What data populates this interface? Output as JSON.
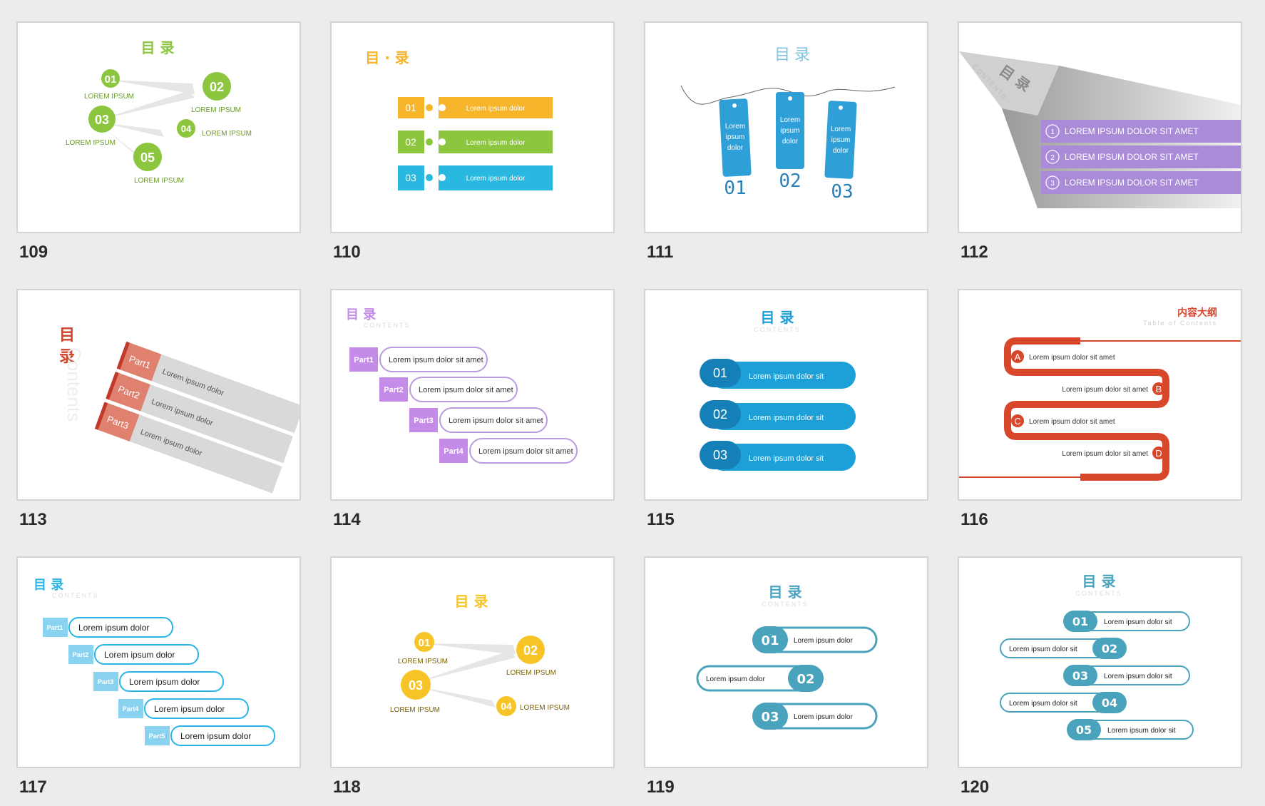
{
  "slides": [
    {
      "number": "109",
      "title": "目 录",
      "labels": [
        "01",
        "02",
        "03",
        "04",
        "05"
      ],
      "caption": "LOREM IPSUM",
      "color": "#8cc63f"
    },
    {
      "number": "110",
      "title": "目 · 录",
      "labels": [
        "01",
        "02",
        "03"
      ],
      "text": "Lorem ipsum dolor",
      "colors": [
        "#f7b52c",
        "#8cc63f",
        "#29b8e0"
      ]
    },
    {
      "number": "111",
      "title": "目 录",
      "labels": [
        "01",
        "02",
        "03"
      ],
      "text_lines": [
        "Lorem",
        "ipsum",
        "dolor"
      ],
      "color": "#2f9fd8"
    },
    {
      "number": "112",
      "title": "目 录",
      "subtitle": "CONTENTS",
      "items": [
        "LOREM IPSUM DOLOR SIT AMET",
        "LOREM IPSUM DOLOR SIT AMET",
        "LOREM IPSUM DOLOR SIT AMET"
      ],
      "item_nums": [
        "1",
        "2",
        "3"
      ],
      "color": "#a98bd8"
    },
    {
      "number": "113",
      "title_lines": [
        "目",
        "录"
      ],
      "watermark": "Contents",
      "parts": [
        "Part1",
        "Part2",
        "Part3"
      ],
      "text": "Lorem ipsum dolor",
      "color": "#e0806f"
    },
    {
      "number": "114",
      "title": "目 录",
      "subtitle": "CONTENTS",
      "parts": [
        "Part1",
        "Part2",
        "Part3",
        "Part4"
      ],
      "text": "Lorem ipsum dolor sit amet",
      "color": "#c58be8"
    },
    {
      "number": "115",
      "title": "目 录",
      "subtitle": "CONTENTS",
      "labels": [
        "01",
        "02",
        "03"
      ],
      "text": "Lorem ipsum dolor sit",
      "color": "#1d9fd8"
    },
    {
      "number": "116",
      "title": "内容大纲",
      "subtitle": "Table of Contents",
      "letters": [
        "A",
        "B",
        "C",
        "D"
      ],
      "text": "Lorem ipsum dolor sit amet",
      "color": "#d9472b"
    },
    {
      "number": "117",
      "title": "目 录",
      "subtitle": "CONTENTS",
      "parts": [
        "Part1",
        "Part2",
        "Part3",
        "Part4",
        "Part5"
      ],
      "text": "Lorem ipsum dolor",
      "color": "#29b5e8"
    },
    {
      "number": "118",
      "title": "目 录",
      "labels": [
        "01",
        "02",
        "03",
        "04"
      ],
      "caption": "LOREM IPSUM",
      "color": "#f7c428"
    },
    {
      "number": "119",
      "title": "目 录",
      "subtitle": "CONTENTS",
      "labels": [
        "01",
        "02",
        "03"
      ],
      "text": "Lorem ipsum dolor",
      "color": "#4aa3bd"
    },
    {
      "number": "120",
      "title": "目 录",
      "subtitle": "CONTENTS",
      "labels": [
        "01",
        "02",
        "03",
        "04",
        "05"
      ],
      "text": "Lorem ipsum dolor sit",
      "color": "#4aa3bd"
    }
  ]
}
